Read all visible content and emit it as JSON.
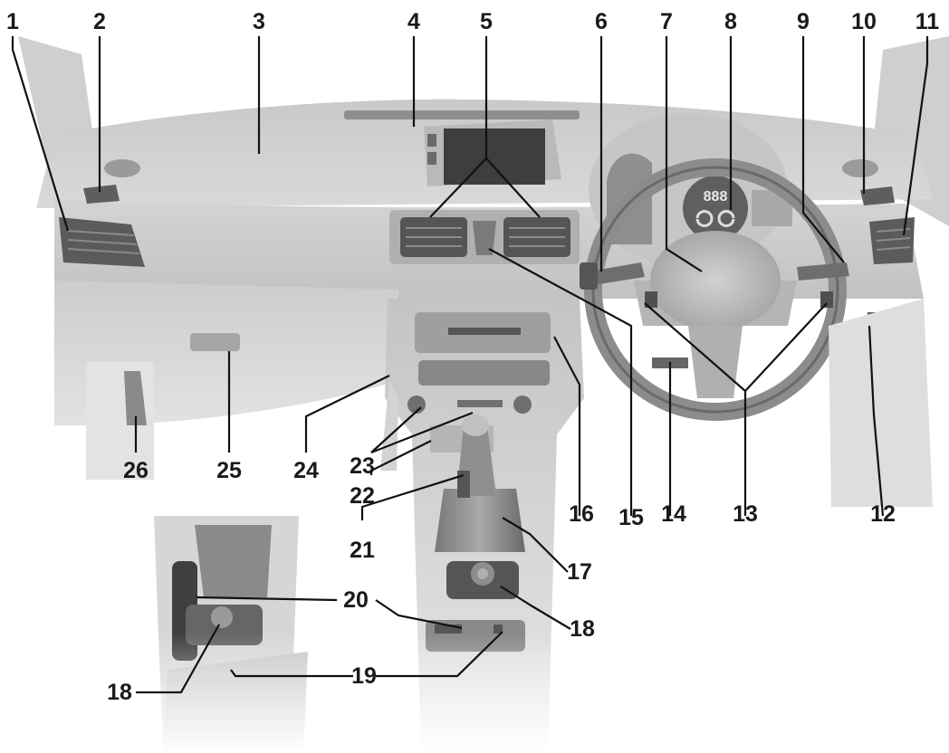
{
  "callouts": [
    {
      "id": "1",
      "label": "1"
    },
    {
      "id": "2",
      "label": "2"
    },
    {
      "id": "3",
      "label": "3"
    },
    {
      "id": "4",
      "label": "4"
    },
    {
      "id": "5",
      "label": "5"
    },
    {
      "id": "6",
      "label": "6"
    },
    {
      "id": "7",
      "label": "7"
    },
    {
      "id": "8",
      "label": "8"
    },
    {
      "id": "9",
      "label": "9"
    },
    {
      "id": "10",
      "label": "10"
    },
    {
      "id": "11",
      "label": "11"
    },
    {
      "id": "12",
      "label": "12"
    },
    {
      "id": "13",
      "label": "13"
    },
    {
      "id": "14",
      "label": "14"
    },
    {
      "id": "15",
      "label": "15"
    },
    {
      "id": "16",
      "label": "16"
    },
    {
      "id": "17",
      "label": "17"
    },
    {
      "id": "18",
      "label": "18"
    },
    {
      "id": "18b",
      "label": "18"
    },
    {
      "id": "19",
      "label": "19"
    },
    {
      "id": "20",
      "label": "20"
    },
    {
      "id": "21",
      "label": "21"
    },
    {
      "id": "22",
      "label": "22"
    },
    {
      "id": "23",
      "label": "23"
    },
    {
      "id": "24",
      "label": "24"
    },
    {
      "id": "25",
      "label": "25"
    },
    {
      "id": "26",
      "label": "26"
    }
  ],
  "dash_display": {
    "digits": "888"
  }
}
